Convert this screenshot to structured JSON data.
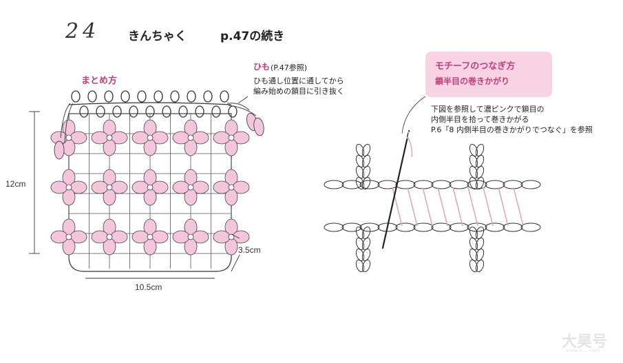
{
  "header": {
    "number": "24",
    "title": "きんちゃく",
    "page_ref": "p.47の続き"
  },
  "left": {
    "section_label": "まとめ方",
    "height_label": "12cm",
    "width_label": "10.5cm",
    "corner_label": "3.5cm"
  },
  "string_note": {
    "title": "ひも",
    "title_ref": "(P.47参照)",
    "line1": "ひも通し位置に通してから",
    "line2": "編み始めの鎖目に引き抜く"
  },
  "callout": {
    "title": "モチーフのつなぎ方",
    "subtitle": "鎖半目の巻きかがり"
  },
  "instructions": {
    "line1": "下図を参照して濃ピンクで鎖目の",
    "line2": "内側半目を拾って巻きかがる",
    "line3": "P.6「8 内側半目の巻きかがりでつなぐ」を参照"
  },
  "watermark": {
    "text": "大昊号",
    "sub": "www.d.....com"
  },
  "colors": {
    "pink": "#f4c6dc",
    "pink_dark": "#c0407a",
    "callout_bg": "#f8d3e4",
    "line": "#333333"
  }
}
